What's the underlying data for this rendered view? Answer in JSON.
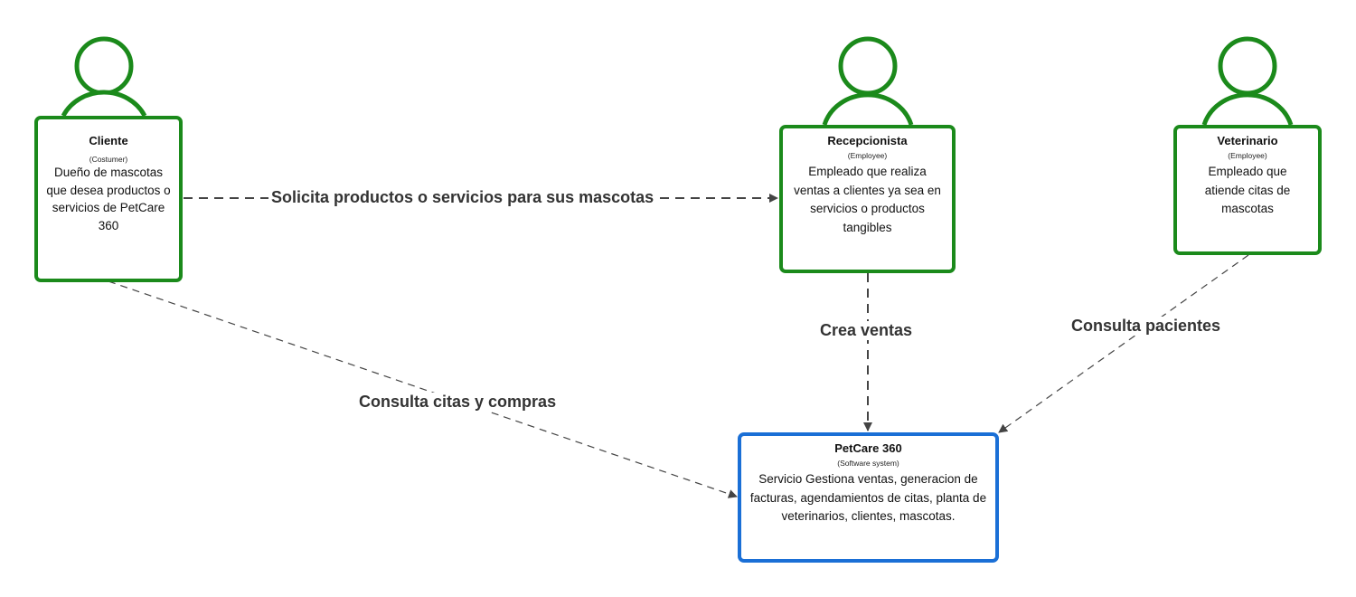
{
  "colors": {
    "person": "#1b8a1b",
    "system": "#1a6fd6",
    "edge": "#444444",
    "label": "#333333"
  },
  "nodes": {
    "cliente": {
      "title": "Cliente",
      "type": "(Costumer)",
      "description": "Dueño de mascotas que desea productos o servicios de PetCare 360",
      "icon": "person-icon"
    },
    "recepcionista": {
      "title": "Recepcionista",
      "type": "(Employee)",
      "description": "Empleado que realiza ventas a clientes ya sea en servicios o productos tangibles",
      "icon": "person-icon"
    },
    "veterinario": {
      "title": "Veterinario",
      "type": "(Employee)",
      "description": "Empleado que atiende citas de mascotas",
      "icon": "person-icon"
    },
    "petcare": {
      "title": "PetCare 360",
      "type": "(Software system)",
      "description": "Servicio Gestiona ventas, generacion de facturas, agendamientos de citas, planta de veterinarios, clientes, mascotas."
    }
  },
  "edges": {
    "cliente_recepcionista": "Solicita productos o servicios para sus mascotas",
    "cliente_petcare": "Consulta citas y compras",
    "recepcionista_petcare": "Crea ventas",
    "veterinario_petcare": "Consulta pacientes"
  }
}
